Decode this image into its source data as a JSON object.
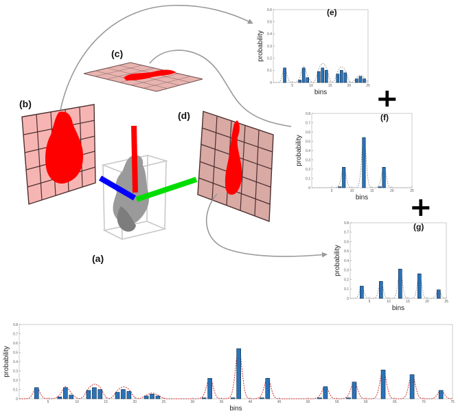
{
  "labels": {
    "a": "(a)",
    "b": "(b)",
    "c": "(c)",
    "d": "(d)",
    "e": "(e)",
    "f": "(f)",
    "g": "(g)"
  },
  "plus_symbol": "+",
  "colors": {
    "bar_fill": "#2b73b8",
    "bar_edge": "#0b2744",
    "gaussian_line": "#d62728",
    "small_gaussian": "#8c8c8c",
    "plane_fill": "#e8b4b0",
    "plane_grid": "#4a2e2e",
    "cloud_red": "#ff0000",
    "axis_x": "#0000ff",
    "axis_y": "#00dd00",
    "axis_z": "#ff0000",
    "cloud_gray": "#888888"
  },
  "chart_data": [
    {
      "id": "e",
      "type": "bar",
      "title": "(e)",
      "xlabel": "bins",
      "ylabel": "probability",
      "xlim": [
        0,
        25
      ],
      "ylim": [
        0,
        0.6
      ],
      "xticks": [
        "5",
        "10",
        "15",
        "20",
        "25"
      ],
      "xtick_values": [
        5,
        10,
        15,
        20,
        25
      ],
      "yticks": [
        "0",
        "0.1",
        "0.2",
        "0.3",
        "0.4",
        "0.5",
        "0.6"
      ],
      "ytick_values": [
        0,
        0.1,
        0.2,
        0.3,
        0.4,
        0.5,
        0.6
      ],
      "x": [
        3,
        7,
        8,
        9,
        12,
        13,
        14,
        17,
        18,
        19,
        22,
        23,
        24
      ],
      "values": [
        0.12,
        0.02,
        0.12,
        0.04,
        0.09,
        0.12,
        0.1,
        0.07,
        0.1,
        0.08,
        0.03,
        0.05,
        0.03
      ]
    },
    {
      "id": "f",
      "type": "bar",
      "title": "(f)",
      "xlabel": "bins",
      "ylabel": "probability",
      "xlim": [
        0,
        25
      ],
      "ylim": [
        0,
        0.8
      ],
      "xticks": [
        "5",
        "10",
        "15",
        "20",
        "25"
      ],
      "xtick_values": [
        5,
        10,
        15,
        20,
        25
      ],
      "yticks": [
        "0",
        "0.1",
        "0.2",
        "0.3",
        "0.4",
        "0.5",
        "0.6",
        "0.7",
        "0.8"
      ],
      "ytick_values": [
        0,
        0.1,
        0.2,
        0.3,
        0.4,
        0.5,
        0.6,
        0.7,
        0.8
      ],
      "x": [
        7,
        8,
        13,
        17,
        18
      ],
      "values": [
        0.01,
        0.22,
        0.54,
        0.01,
        0.22
      ]
    },
    {
      "id": "g",
      "type": "bar",
      "title": "(g)",
      "xlabel": "bins",
      "ylabel": "probability",
      "xlim": [
        0,
        25
      ],
      "ylim": [
        0,
        0.8
      ],
      "xticks": [
        "5",
        "10",
        "15",
        "20",
        "25"
      ],
      "xtick_values": [
        5,
        10,
        15,
        20,
        25
      ],
      "yticks": [
        "0",
        "0.1",
        "0.2",
        "0.3",
        "0.4",
        "0.5",
        "0.6",
        "0.7",
        "0.8"
      ],
      "ytick_values": [
        0,
        0.1,
        0.2,
        0.3,
        0.4,
        0.5,
        0.6,
        0.7,
        0.8
      ],
      "x": [
        3,
        8,
        13,
        18,
        23
      ],
      "values": [
        0.13,
        0.18,
        0.31,
        0.26,
        0.09
      ]
    },
    {
      "id": "combined",
      "type": "bar",
      "xlabel": "bins",
      "ylabel": "probability",
      "xlim": [
        0,
        75
      ],
      "ylim": [
        0,
        0.8
      ],
      "xticks": [
        "5",
        "10",
        "15",
        "20",
        "25",
        "30",
        "35",
        "40",
        "45",
        "50",
        "55",
        "60",
        "65",
        "70",
        "75"
      ],
      "xtick_values": [
        5,
        10,
        15,
        20,
        25,
        30,
        35,
        40,
        45,
        50,
        55,
        60,
        65,
        70,
        75
      ],
      "yticks": [
        "0",
        "0.1",
        "0.2",
        "0.3",
        "0.4",
        "0.5",
        "0.6",
        "0.7",
        "0.8"
      ],
      "ytick_values": [
        0,
        0.1,
        0.2,
        0.3,
        0.4,
        0.5,
        0.6,
        0.7,
        0.8
      ],
      "x": [
        3,
        7,
        8,
        9,
        12,
        13,
        14,
        17,
        18,
        19,
        22,
        23,
        24,
        32,
        33,
        37,
        38,
        42,
        43,
        52,
        53,
        57,
        58,
        63,
        68,
        73
      ],
      "values": [
        0.12,
        0.02,
        0.12,
        0.04,
        0.09,
        0.12,
        0.1,
        0.07,
        0.1,
        0.08,
        0.03,
        0.05,
        0.03,
        0.01,
        0.22,
        0.01,
        0.54,
        0.01,
        0.22,
        0.01,
        0.13,
        0.01,
        0.18,
        0.31,
        0.26,
        0.09
      ]
    }
  ]
}
